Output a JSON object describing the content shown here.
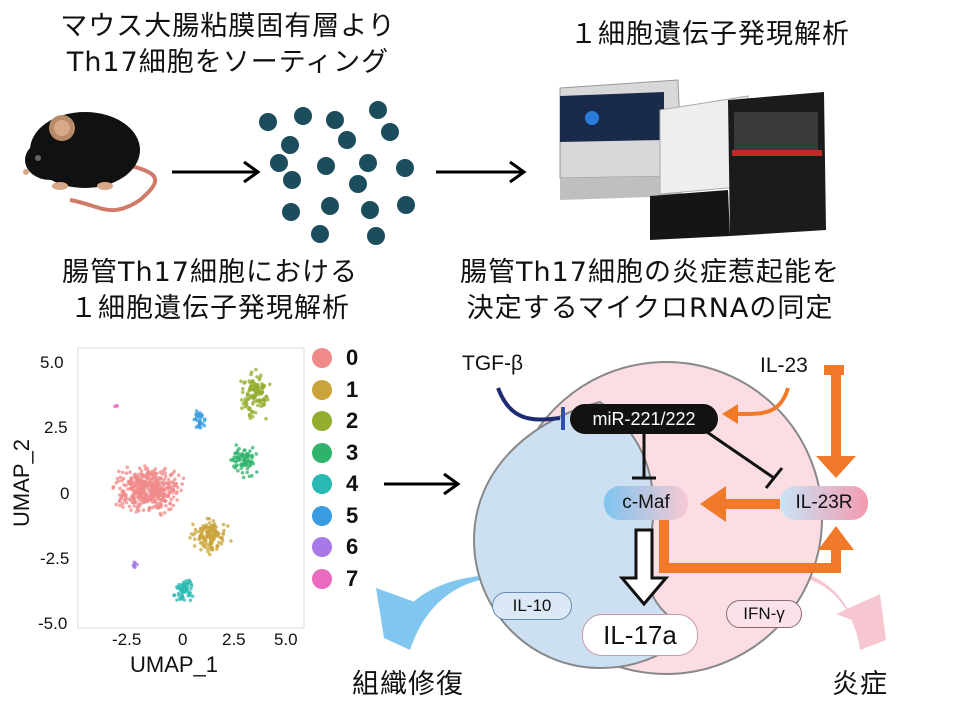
{
  "titles": {
    "sorting_line1": "マウス大腸粘膜固有層より",
    "sorting_line2": "Th17細胞をソーティング",
    "scrnaseq": "１細胞遺伝子発現解析",
    "umap_line1": "腸管Th17細胞における",
    "umap_line2": "１細胞遺伝子発現解析",
    "mirna_line1": "腸管Th17細胞の炎症惹起能を",
    "mirna_line2": "決定するマイクロRNAの同定"
  },
  "umap": {
    "xlabel": "UMAP_1",
    "ylabel": "UMAP_2",
    "xticks": [
      "-2.5",
      "0",
      "2.5",
      "5.0"
    ],
    "yticks": [
      "5.0",
      "2.5",
      "0",
      "-2.5",
      "-5.0"
    ]
  },
  "legend": [
    {
      "label": "0",
      "color": "#f08a8a"
    },
    {
      "label": "1",
      "color": "#c9a43a"
    },
    {
      "label": "2",
      "color": "#93ad2e"
    },
    {
      "label": "3",
      "color": "#2fb36b"
    },
    {
      "label": "4",
      "color": "#29b9b3"
    },
    {
      "label": "5",
      "color": "#3a9be0"
    },
    {
      "label": "6",
      "color": "#a878e6"
    },
    {
      "label": "7",
      "color": "#ea6ac0"
    }
  ],
  "pathway": {
    "tgfb": "TGF-β",
    "il23": "IL-23",
    "mir": "miR-221/222",
    "cmaf": "c-Maf",
    "il23r": "IL-23R",
    "il10": "IL-10",
    "il17a": "IL-17a",
    "ifng": "IFN-γ",
    "repair": "組織修復",
    "inflammation": "炎症"
  },
  "colors": {
    "blue_cell": "#cde0f2",
    "pink_cell": "#fbdde3",
    "orange_arrow": "#f07a2a",
    "navy": "#1d2b73",
    "cell_dot": "#1b4d5c"
  }
}
